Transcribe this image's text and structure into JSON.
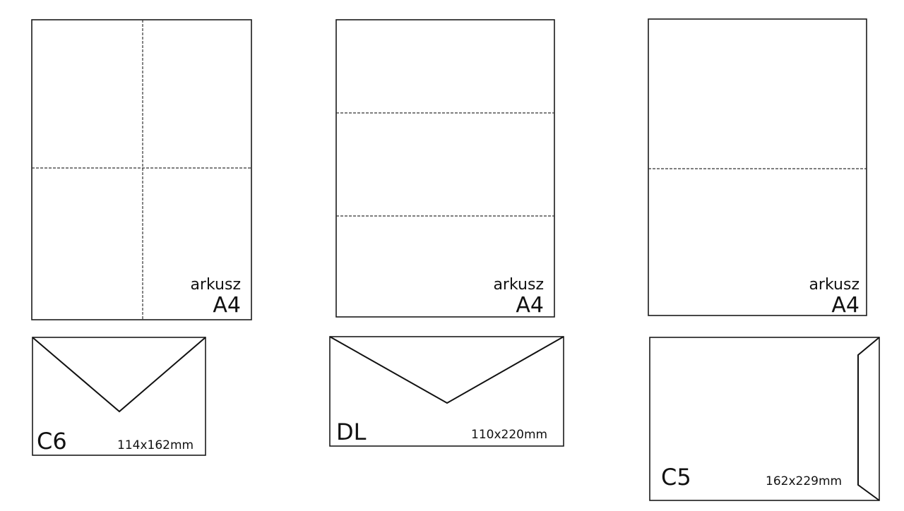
{
  "sheets": [
    {
      "id": "sheet-quarters",
      "label_word": "arkusz",
      "label_size": "A4",
      "folds": "cross"
    },
    {
      "id": "sheet-thirds",
      "label_word": "arkusz",
      "label_size": "A4",
      "folds": "thirds"
    },
    {
      "id": "sheet-halves",
      "label_word": "arkusz",
      "label_size": "A4",
      "folds": "half"
    }
  ],
  "envelopes": [
    {
      "id": "envelope-c6",
      "code": "C6",
      "dimensions": "114x162mm",
      "flap": "v"
    },
    {
      "id": "envelope-dl",
      "code": "DL",
      "dimensions": "110x220mm",
      "flap": "v"
    },
    {
      "id": "envelope-c5",
      "code": "C5",
      "dimensions": "162x229mm",
      "flap": "side"
    }
  ],
  "colors": {
    "stroke": "#1a1a1a",
    "fold": "#333333",
    "background": "#ffffff"
  }
}
